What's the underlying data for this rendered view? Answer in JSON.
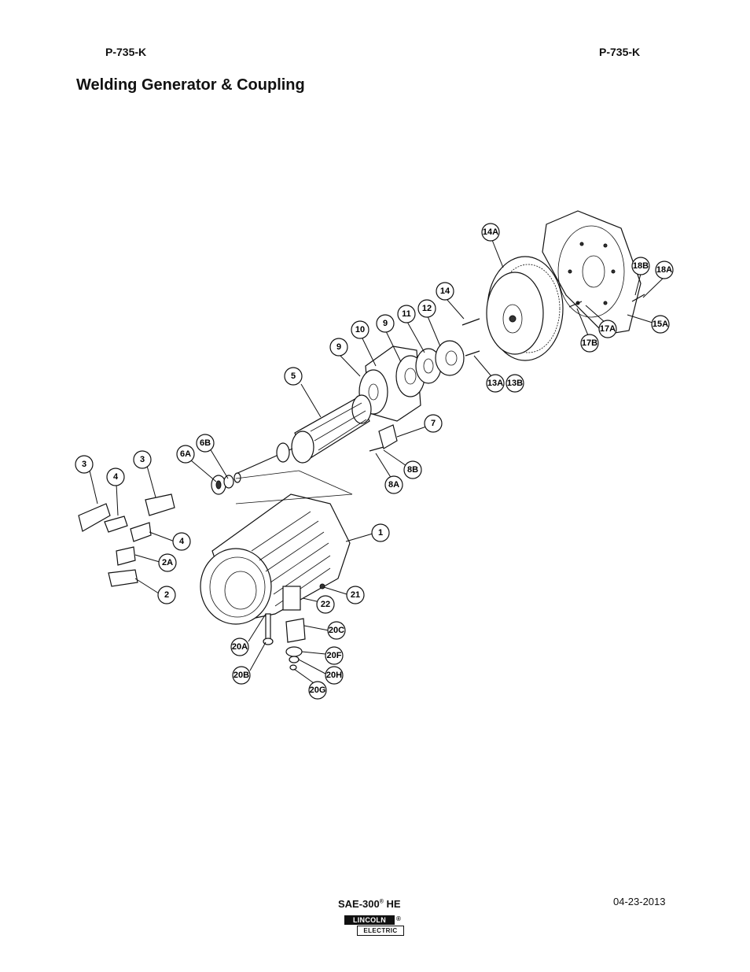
{
  "header": {
    "left_code": "P-735-K",
    "right_code": "P-735-K"
  },
  "title": "Welding Generator & Coupling",
  "callouts": [
    {
      "id": "c-14a",
      "label": "14A"
    },
    {
      "id": "c-18b",
      "label": "18B"
    },
    {
      "id": "c-18a",
      "label": "18A"
    },
    {
      "id": "c-14",
      "label": "14"
    },
    {
      "id": "c-12",
      "label": "12"
    },
    {
      "id": "c-11",
      "label": "11"
    },
    {
      "id": "c-9a",
      "label": "9"
    },
    {
      "id": "c-10",
      "label": "10"
    },
    {
      "id": "c-9b",
      "label": "9"
    },
    {
      "id": "c-17a",
      "label": "17A"
    },
    {
      "id": "c-15a",
      "label": "15A"
    },
    {
      "id": "c-17b",
      "label": "17B"
    },
    {
      "id": "c-13a",
      "label": "13A"
    },
    {
      "id": "c-13b",
      "label": "13B"
    },
    {
      "id": "c-5",
      "label": "5"
    },
    {
      "id": "c-7",
      "label": "7"
    },
    {
      "id": "c-6b",
      "label": "6B"
    },
    {
      "id": "c-6a",
      "label": "6A"
    },
    {
      "id": "c-3a",
      "label": "3"
    },
    {
      "id": "c-3b",
      "label": "3"
    },
    {
      "id": "c-4a",
      "label": "4"
    },
    {
      "id": "c-8b",
      "label": "8B"
    },
    {
      "id": "c-8a",
      "label": "8A"
    },
    {
      "id": "c-1",
      "label": "1"
    },
    {
      "id": "c-4b",
      "label": "4"
    },
    {
      "id": "c-2a",
      "label": "2A"
    },
    {
      "id": "c-2",
      "label": "2"
    },
    {
      "id": "c-21",
      "label": "21"
    },
    {
      "id": "c-22",
      "label": "22"
    },
    {
      "id": "c-20c",
      "label": "20C"
    },
    {
      "id": "c-20a",
      "label": "20A"
    },
    {
      "id": "c-20f",
      "label": "20F"
    },
    {
      "id": "c-20b",
      "label": "20B"
    },
    {
      "id": "c-20h",
      "label": "20H"
    },
    {
      "id": "c-20g",
      "label": "20G"
    }
  ],
  "footer": {
    "model": "SAE-300",
    "model_reg": "®",
    "model_suffix": " HE",
    "date": "04-23-2013",
    "logo_top": "LINCOLN",
    "logo_reg": "®",
    "logo_bottom": "ELECTRIC"
  }
}
